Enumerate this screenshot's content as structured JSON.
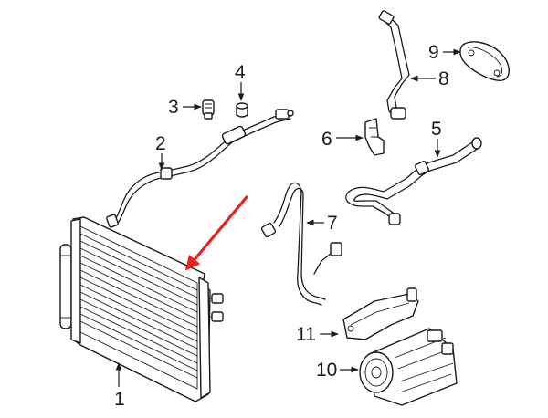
{
  "diagram": {
    "callouts": [
      {
        "id": "1",
        "label": "1"
      },
      {
        "id": "2",
        "label": "2"
      },
      {
        "id": "3",
        "label": "3"
      },
      {
        "id": "4",
        "label": "4"
      },
      {
        "id": "5",
        "label": "5"
      },
      {
        "id": "6",
        "label": "6"
      },
      {
        "id": "7",
        "label": "7"
      },
      {
        "id": "8",
        "label": "8"
      },
      {
        "id": "9",
        "label": "9"
      },
      {
        "id": "10",
        "label": "10"
      },
      {
        "id": "11",
        "label": "11"
      }
    ],
    "colors": {
      "line": "#1a1a1a",
      "highlight_arrow": "#e8201e",
      "background": "#ffffff"
    }
  }
}
